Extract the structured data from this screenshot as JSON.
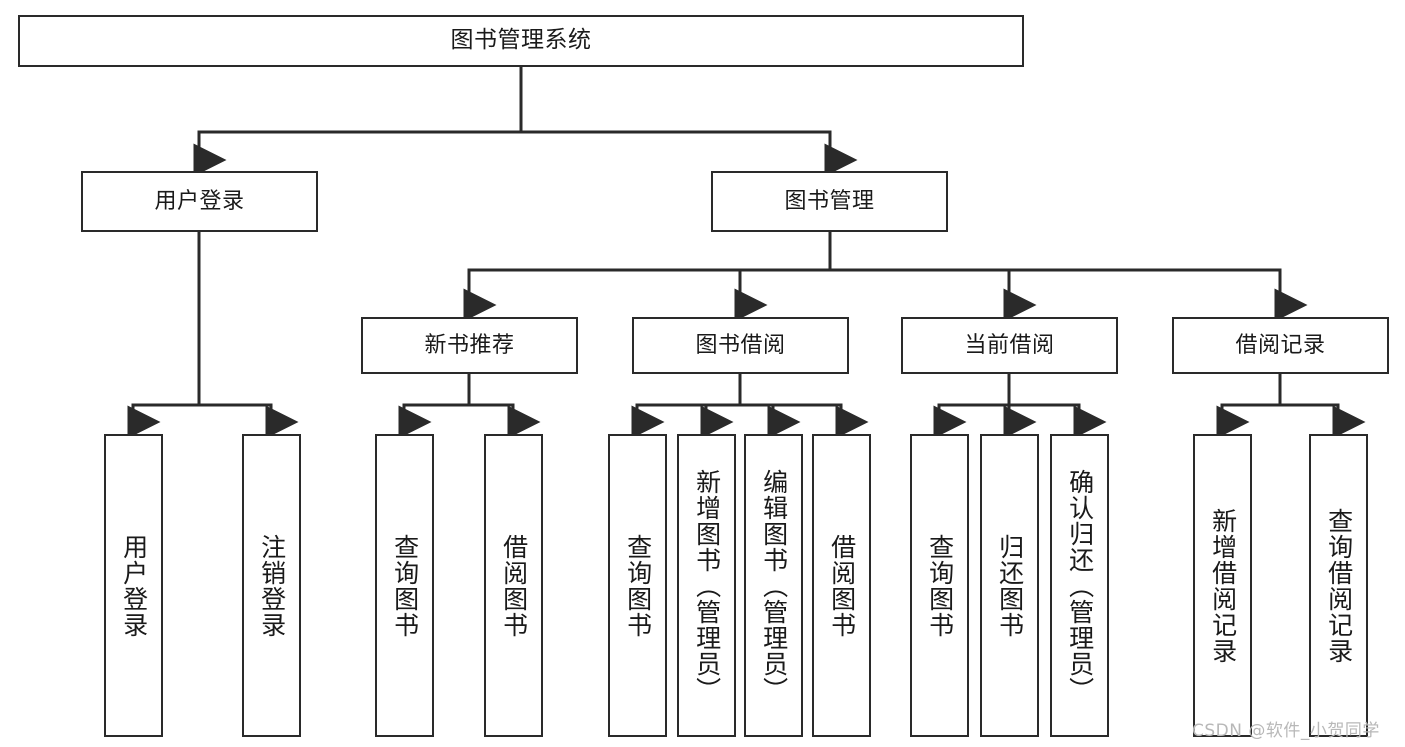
{
  "diagram": {
    "title": "图书管理系统",
    "type": "tree-hierarchy-diagram",
    "root": {
      "label": "图书管理系统"
    },
    "level2": [
      {
        "label": "用户登录"
      },
      {
        "label": "图书管理"
      }
    ],
    "level3": [
      {
        "label": "新书推荐"
      },
      {
        "label": "图书借阅"
      },
      {
        "label": "当前借阅"
      },
      {
        "label": "借阅记录"
      }
    ],
    "leaves": [
      {
        "label": "用户登录",
        "parent": "用户登录"
      },
      {
        "label": "注销登录",
        "parent": "用户登录"
      },
      {
        "label": "查询图书",
        "parent": "新书推荐"
      },
      {
        "label": "借阅图书",
        "parent": "新书推荐"
      },
      {
        "label": "查询图书",
        "parent": "图书借阅"
      },
      {
        "label": "新增图书（管理员）",
        "parent": "图书借阅"
      },
      {
        "label": "编辑图书（管理员）",
        "parent": "图书借阅"
      },
      {
        "label": "借阅图书",
        "parent": "图书借阅"
      },
      {
        "label": "查询图书",
        "parent": "当前借阅"
      },
      {
        "label": "归还图书",
        "parent": "当前借阅"
      },
      {
        "label": "确认归还（管理员）",
        "parent": "当前借阅"
      },
      {
        "label": "新增借阅记录",
        "parent": "借阅记录"
      },
      {
        "label": "查询借阅记录",
        "parent": "借阅记录"
      }
    ],
    "watermark": "CSDN @软件_小贺同学",
    "colors": {
      "stroke": "#2a2a2a",
      "fill": "#ffffff",
      "text": "#1a1a1a",
      "watermark": "#b8b8b8"
    }
  }
}
